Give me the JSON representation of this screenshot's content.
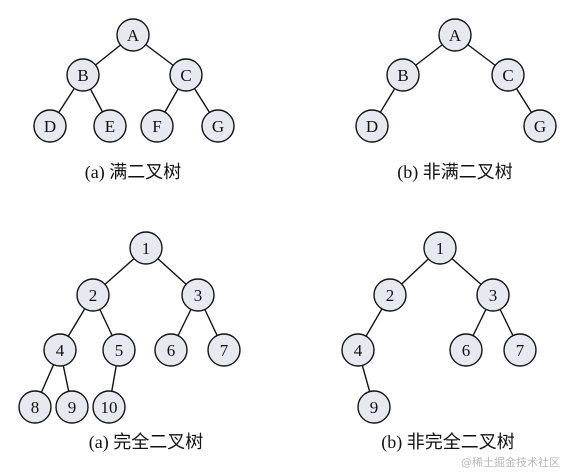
{
  "colors": {
    "node_fill": "#e6e9ef",
    "stroke": "#111111",
    "text": "#111111",
    "watermark": "#b8b8b8"
  },
  "diagrams": [
    {
      "caption": "(a) 满二叉树",
      "nodes": {
        "A": "A",
        "B": "B",
        "C": "C",
        "D": "D",
        "E": "E",
        "F": "F",
        "G": "G"
      },
      "edges": [
        [
          "A",
          "B"
        ],
        [
          "A",
          "C"
        ],
        [
          "B",
          "D"
        ],
        [
          "B",
          "E"
        ],
        [
          "C",
          "F"
        ],
        [
          "C",
          "G"
        ]
      ]
    },
    {
      "caption": "(b) 非满二叉树",
      "nodes": {
        "A": "A",
        "B": "B",
        "C": "C",
        "D": "D",
        "G": "G"
      },
      "edges": [
        [
          "A",
          "B"
        ],
        [
          "A",
          "C"
        ],
        [
          "B",
          "D"
        ],
        [
          "C",
          "G"
        ]
      ]
    },
    {
      "caption": "(a) 完全二叉树",
      "nodes": {
        "1": "1",
        "2": "2",
        "3": "3",
        "4": "4",
        "5": "5",
        "6": "6",
        "7": "7",
        "8": "8",
        "9": "9",
        "10": "10"
      },
      "edges": [
        [
          "1",
          "2"
        ],
        [
          "1",
          "3"
        ],
        [
          "2",
          "4"
        ],
        [
          "2",
          "5"
        ],
        [
          "3",
          "6"
        ],
        [
          "3",
          "7"
        ],
        [
          "4",
          "8"
        ],
        [
          "4",
          "9"
        ],
        [
          "5",
          "10"
        ]
      ]
    },
    {
      "caption": "(b) 非完全二叉树",
      "nodes": {
        "1": "1",
        "2": "2",
        "3": "3",
        "4": "4",
        "6": "6",
        "7": "7",
        "9": "9"
      },
      "edges": [
        [
          "1",
          "2"
        ],
        [
          "1",
          "3"
        ],
        [
          "2",
          "4"
        ],
        [
          "3",
          "6"
        ],
        [
          "3",
          "7"
        ],
        [
          "4",
          "9"
        ]
      ]
    }
  ],
  "watermark": "@稀土掘金技术社区"
}
